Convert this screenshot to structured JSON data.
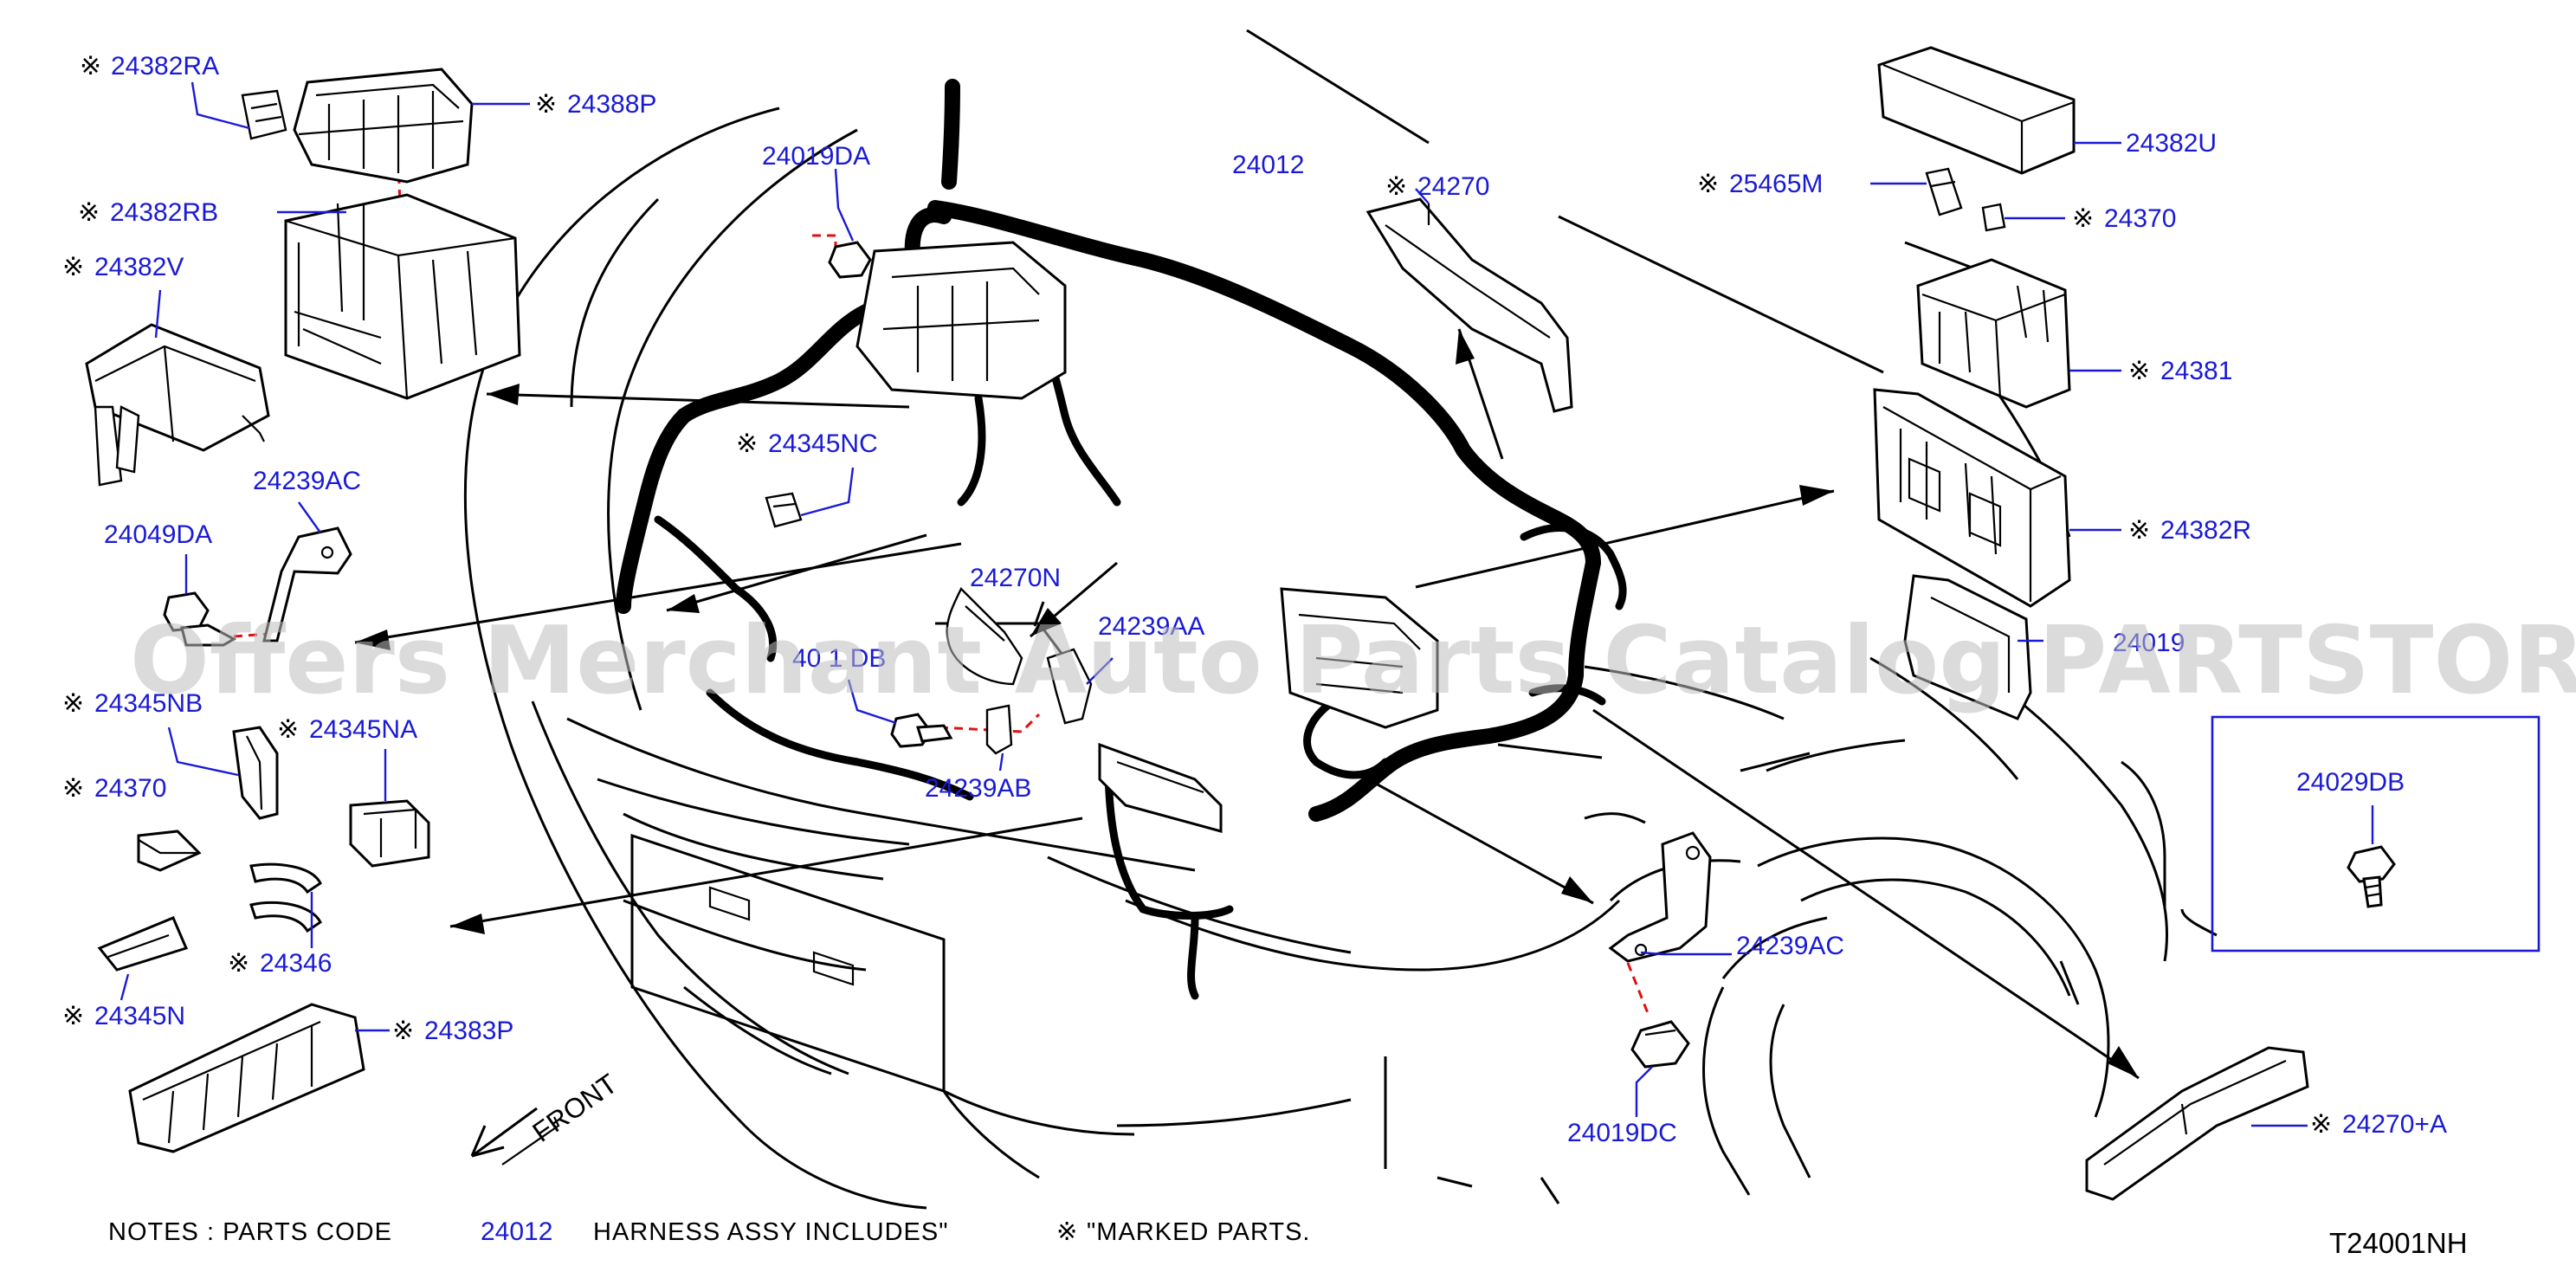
{
  "labels": {
    "l_24382RA": "24382RA",
    "l_24388P": "24388P",
    "l_24019DA": "24019DA",
    "l_24012": "24012",
    "l_24270": "24270",
    "l_24382U": "24382U",
    "l_25465M": "25465M",
    "l_24370_top": "24370",
    "l_24382RB": "24382RB",
    "l_24382V": "24382V",
    "l_24381": "24381",
    "l_24345NC": "24345NC",
    "l_24239AC_left": "24239AC",
    "l_24382R": "24382R",
    "l_24049DA": "24049DA",
    "l_24270N": "24270N",
    "l_24239AA": "24239AA",
    "l_24019_partial": "24019",
    "l_24019DB_mid": "40 1 DB",
    "l_24345NB": "24345NB",
    "l_24345NA": "24345NA",
    "l_24239AB": "24239AB",
    "l_24029DB": "24029DB",
    "l_24370_left": "24370",
    "l_24346": "24346",
    "l_24239AC_right": "24239AC",
    "l_24345N": "24345N",
    "l_24383P": "24383P",
    "l_24019DC": "24019DC",
    "l_24270A": "24270+A"
  },
  "marker_symbol": "※",
  "front_label": "FRONT",
  "watermark": "Offers Merchant Auto Parts Catalog PARTSTORE.SA",
  "notes": {
    "prefix": "NOTES  :  PARTS  CODE",
    "part_code": "24012",
    "middle": "HARNESS  ASSY  INCLUDES\"",
    "suffix": "\"MARKED  PARTS."
  },
  "diagram_code": "T24001NH",
  "colors": {
    "label_blue": "#1a1ad6",
    "highlight_red": "#e01010",
    "watermark_gray": "#bdbdbd"
  }
}
